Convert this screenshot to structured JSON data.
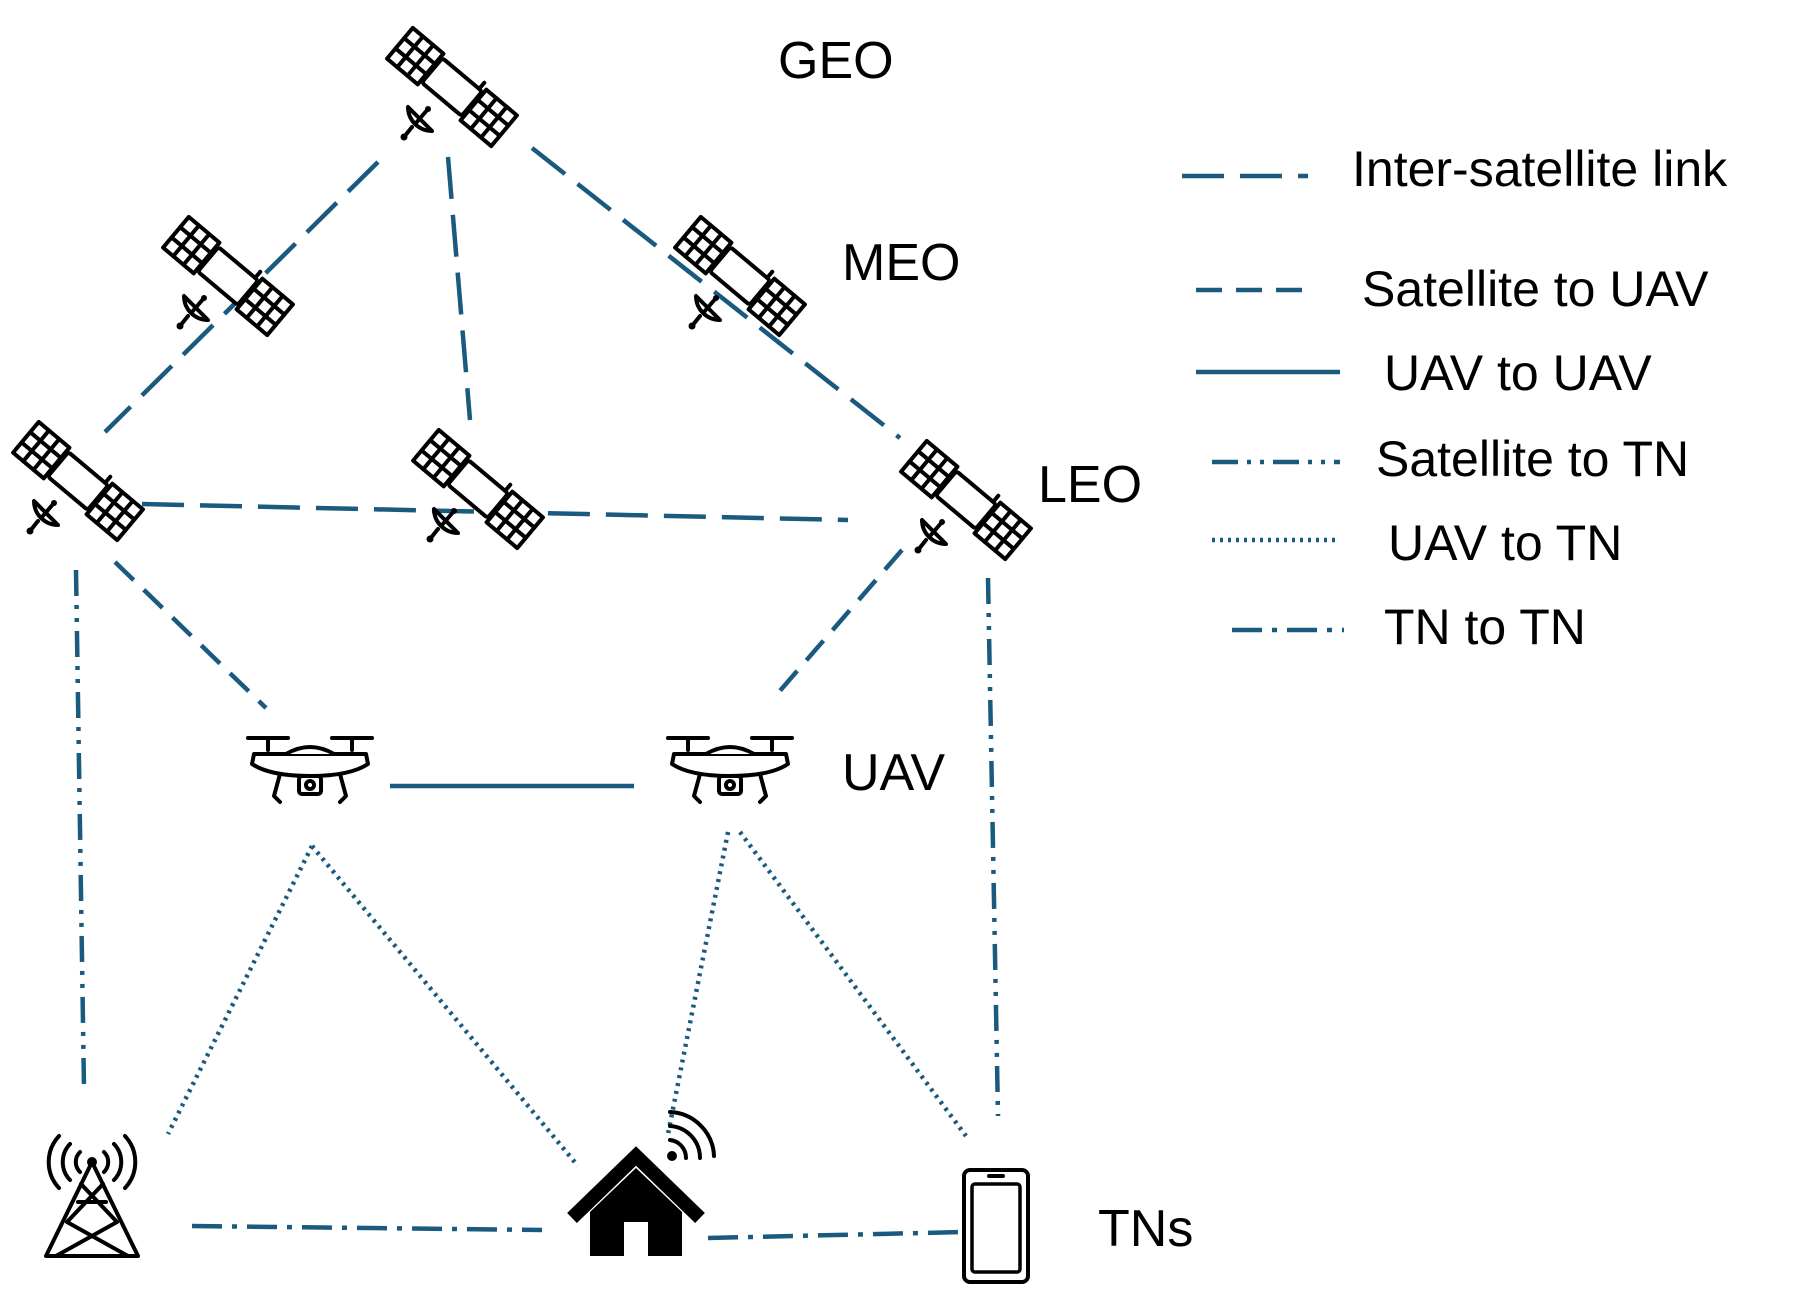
{
  "tiers": {
    "geo": "GEO",
    "meo": "MEO",
    "leo": "LEO",
    "uav": "UAV",
    "tns": "TNs"
  },
  "legend": {
    "items": [
      {
        "label": "Inter-satellite link",
        "style": "long-dash"
      },
      {
        "label": "Satellite to UAV",
        "style": "dash"
      },
      {
        "label": "UAV to UAV",
        "style": "solid"
      },
      {
        "label": "Satellite to TN",
        "style": "dash-dot-dot"
      },
      {
        "label": "UAV to TN",
        "style": "dotted"
      },
      {
        "label": "TN to TN",
        "style": "dash-dot"
      }
    ]
  },
  "colors": {
    "link": "#1a5a7e",
    "icon": "#000000",
    "background": "#ffffff"
  },
  "icons": {
    "satellite": "satellite-icon",
    "drone": "drone-icon",
    "tower": "cell-tower-icon",
    "house": "smart-home-icon",
    "phone": "smartphone-icon"
  }
}
